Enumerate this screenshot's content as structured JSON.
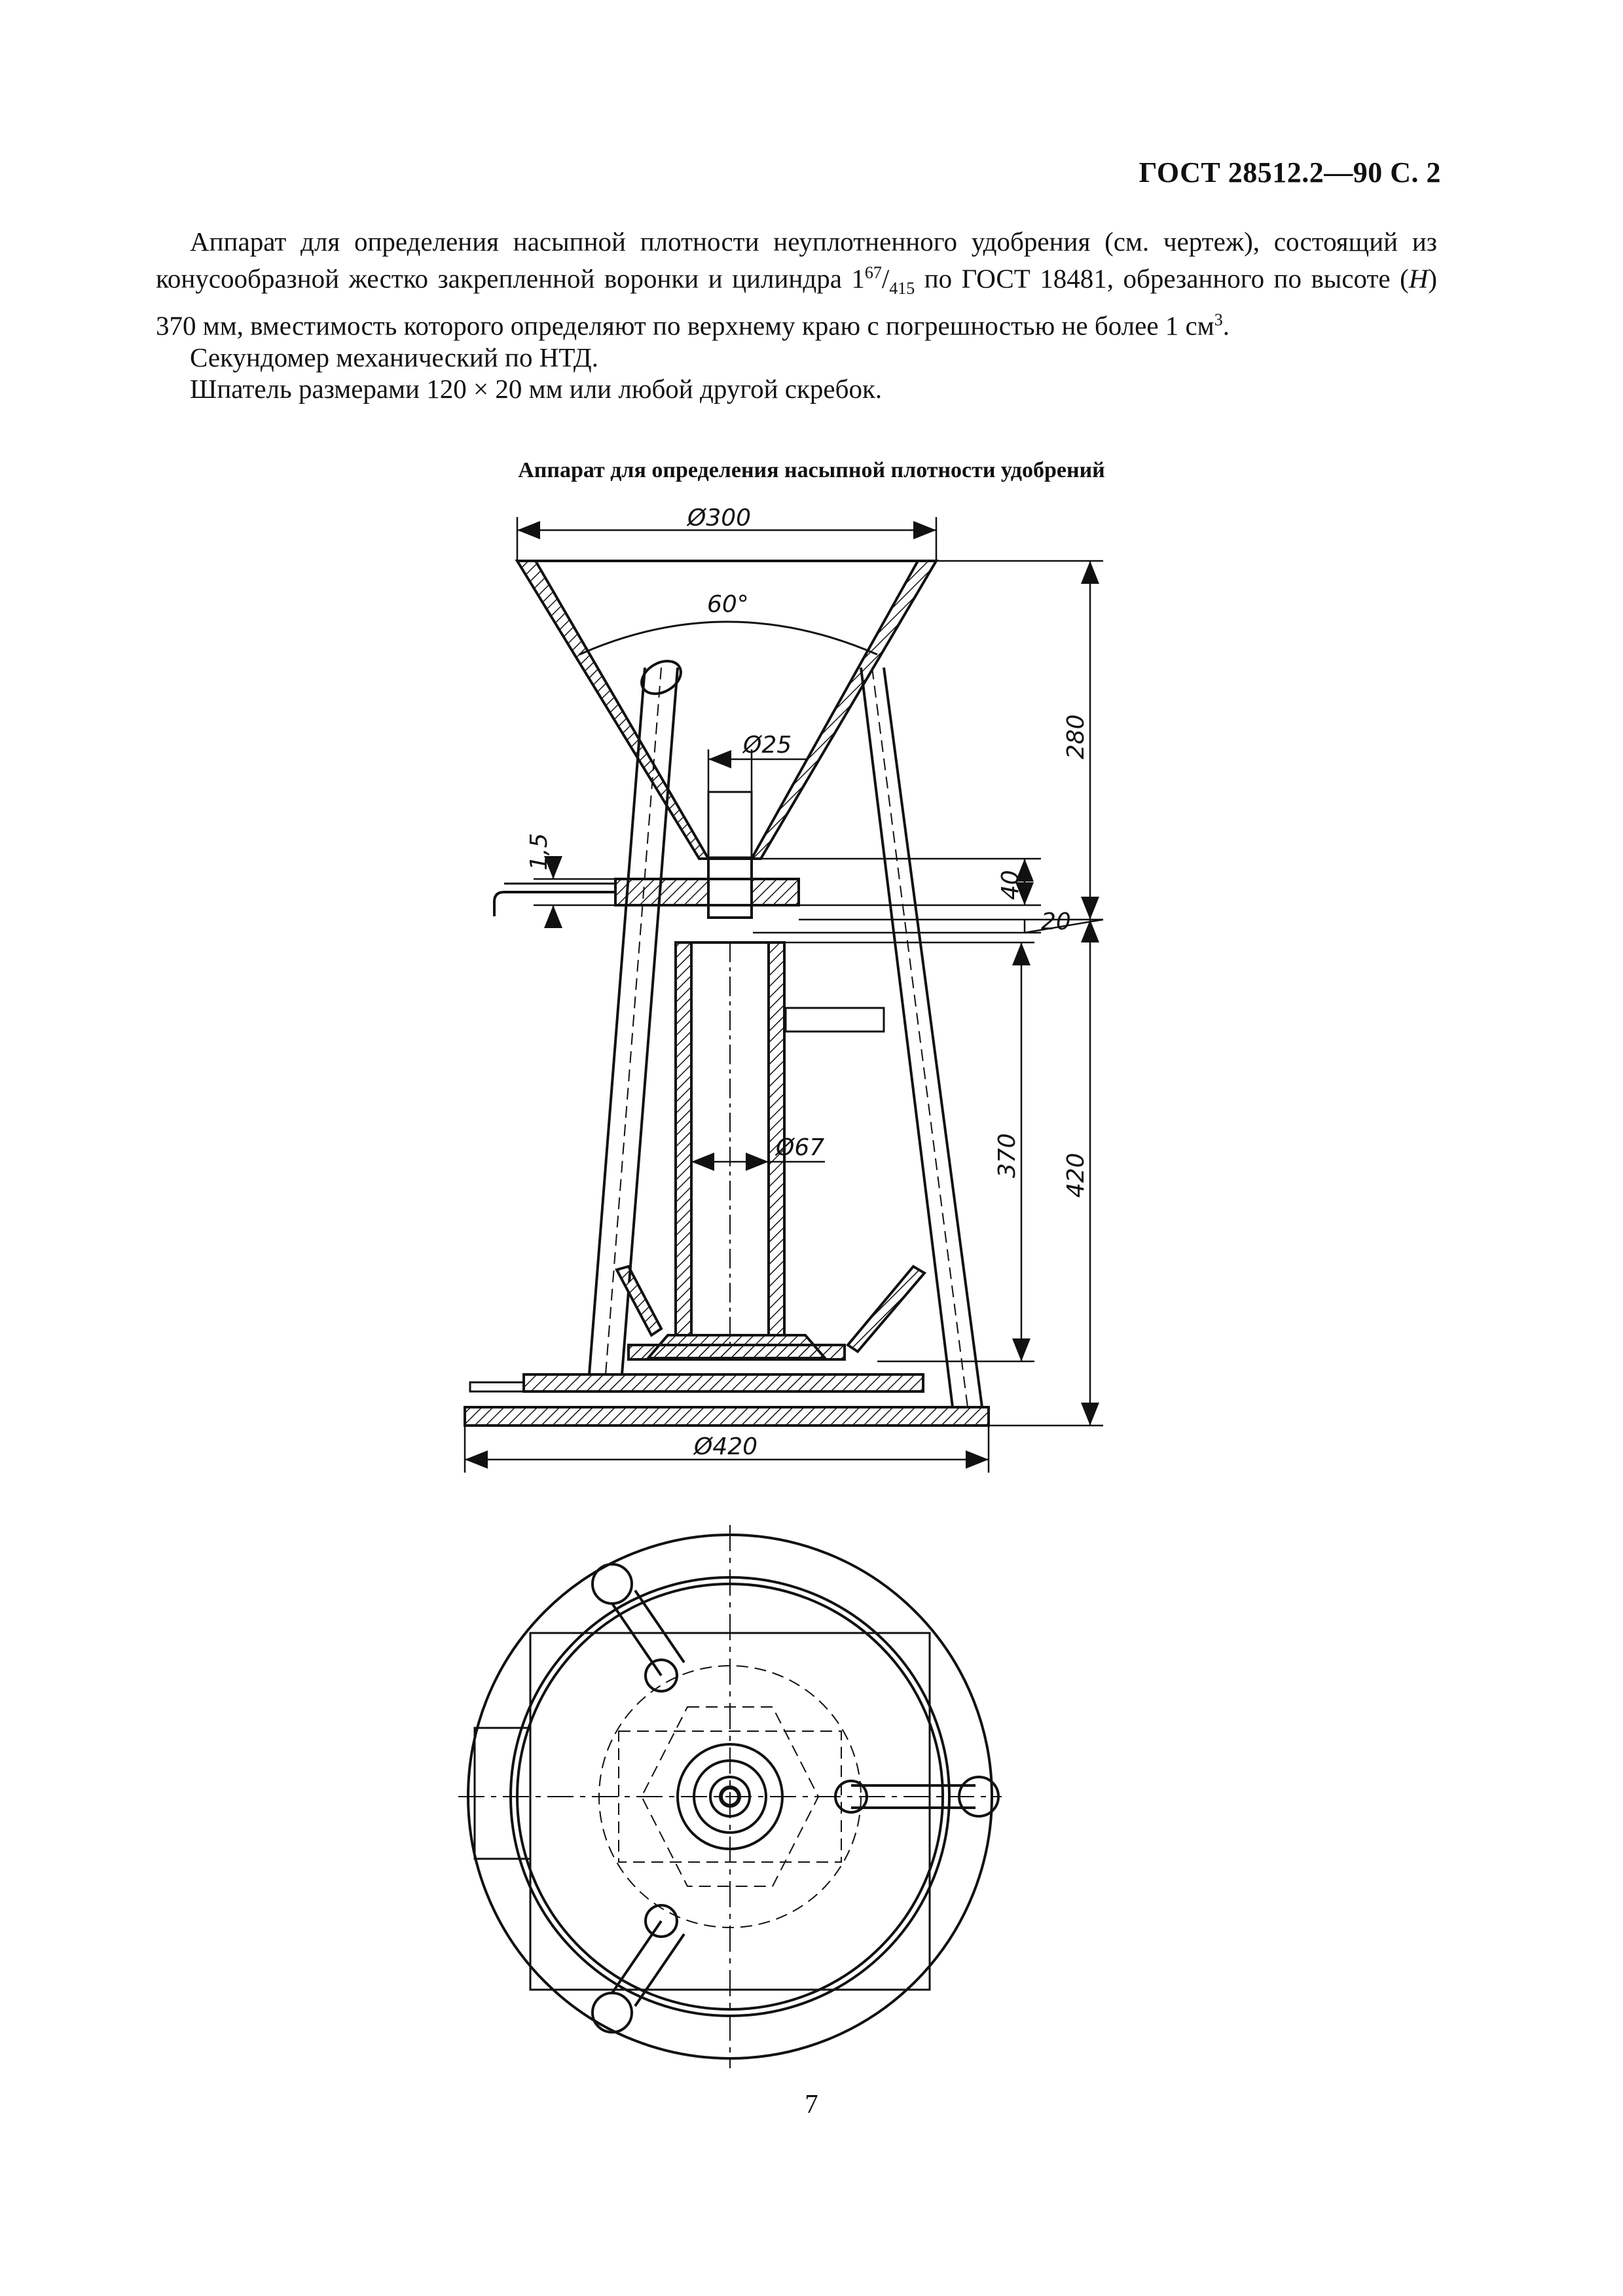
{
  "header": {
    "code": "ГОСТ 28512.2—90 С. 2"
  },
  "paragraphs": [
    {
      "p1": "Аппарат для определения насыпной плотности неуплотненного удобрения (см. чертеж), состоящий из конусообразной жестко закрепленной воронки и цилиндра 1",
      "sup": "67",
      "slash": "/",
      "sub": "415",
      "p2": " по ГОСТ 18481, обрезанного по высоте (",
      "italic": "H",
      "p3": ") 370 мм, вместимость которого определяют по верхнему краю с погрешностью не более 1 см",
      "sup2": "3",
      "p4": "."
    }
  ],
  "lines": [
    "Секундомер механический по НТД.",
    "Шпатель размерами 120 × 20 мм или любой другой скребок."
  ],
  "figure": {
    "title": "Аппарат для определения насыпной плотности удобрений",
    "dims": {
      "d300": "Ø300",
      "angle": "60°",
      "d25": "Ø25",
      "h280": "280",
      "t15": "1,5",
      "h40": "40",
      "h20": "20",
      "d67": "Ø67",
      "h370": "370",
      "h420": "420",
      "d420": "Ø420"
    }
  },
  "page_number": "7"
}
